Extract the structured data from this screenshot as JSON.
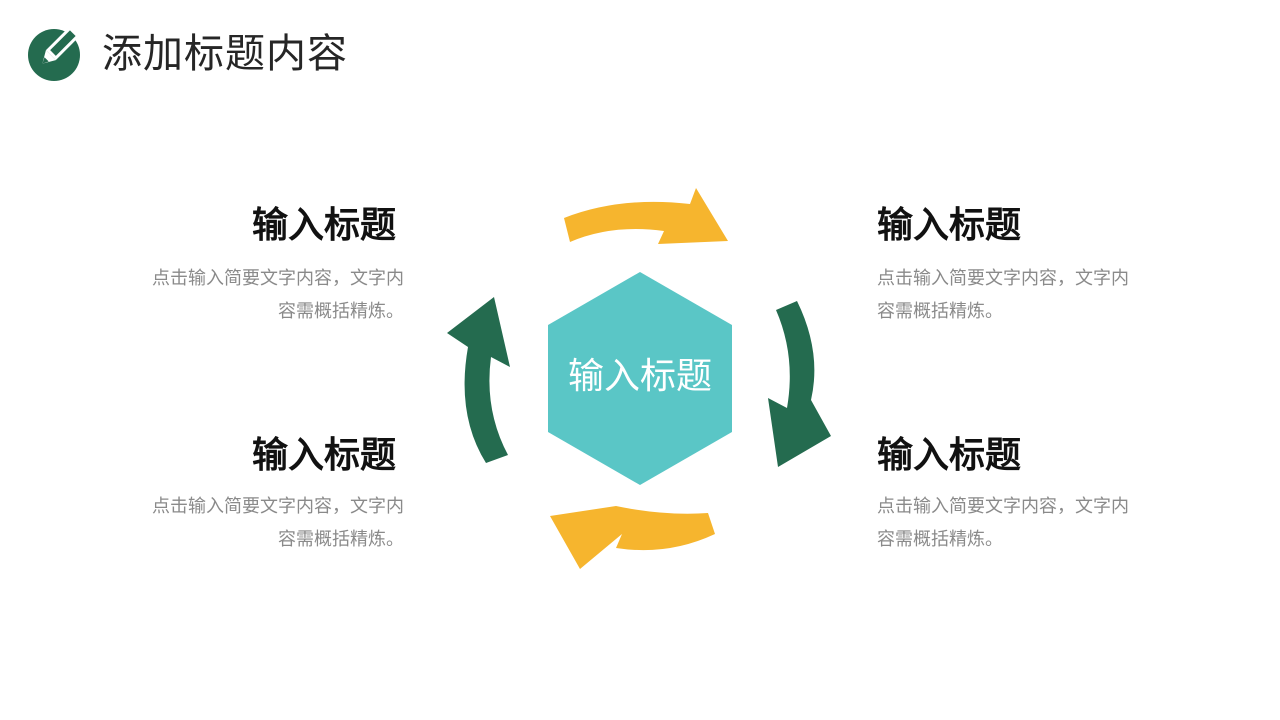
{
  "header": {
    "title": "添加标题内容",
    "logo_icon": "pencil-circle-icon"
  },
  "center": {
    "label": "输入标题"
  },
  "blocks": [
    {
      "title": "输入标题",
      "desc": "点击输入简要文字内容，文字内容需概括精炼。"
    },
    {
      "title": "输入标题",
      "desc": "点击输入简要文字内容，文字内容需概括精炼。"
    },
    {
      "title": "输入标题",
      "desc": "点击输入简要文字内容，文字内容需概括精炼。"
    },
    {
      "title": "输入标题",
      "desc": "点击输入简要文字内容，文字内容需概括精炼。"
    }
  ],
  "colors": {
    "green": "#246b4f",
    "yellow": "#f6b52e",
    "teal": "#5ac6c6",
    "title_text": "#262626",
    "desc_text": "#8a8a8a"
  }
}
